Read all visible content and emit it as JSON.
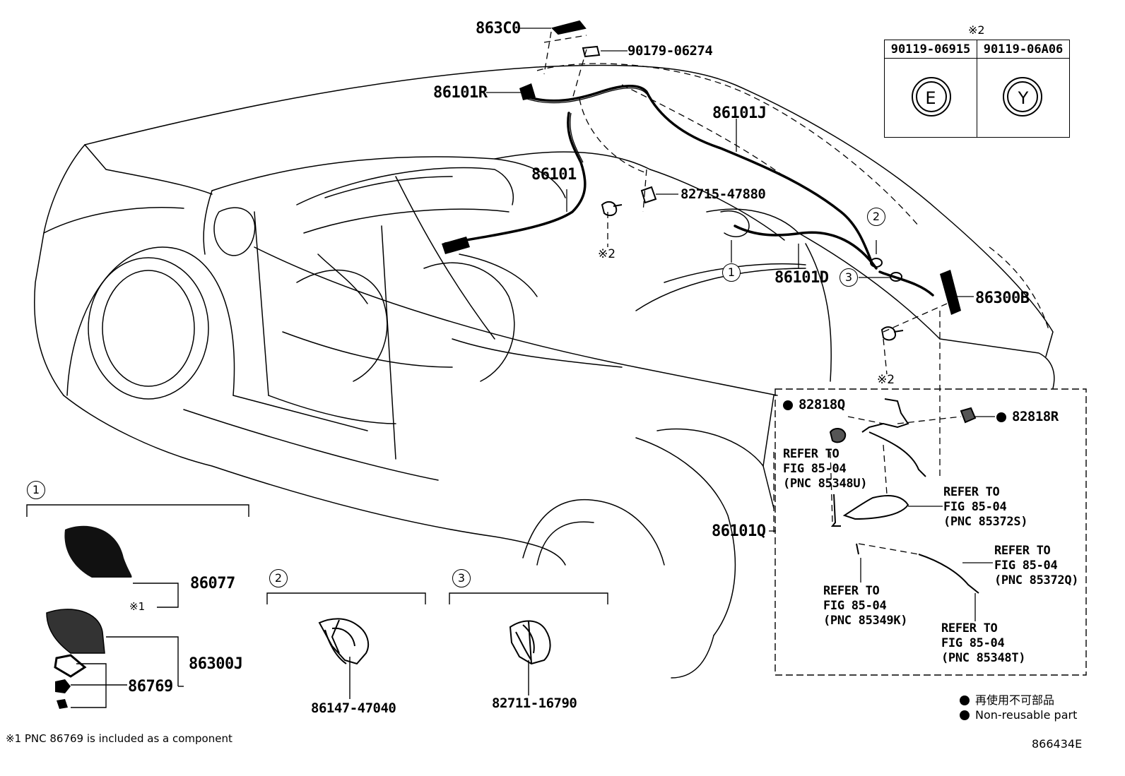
{
  "diagram_id": "866434E",
  "labels": {
    "p863C0": "863C0",
    "p90179": "90179-06274",
    "p86101R": "86101R",
    "p86101J": "86101J",
    "p86101": "86101",
    "p82715": "82715-47880",
    "p86101D": "86101D",
    "p86300B": "86300B",
    "p86101Q": "86101Q",
    "p82818Q": "82818Q",
    "p82818R": "82818R",
    "p86077": "86077",
    "p86300J": "86300J",
    "p86769": "86769",
    "p86147": "86147-47040",
    "p82711": "82711-16790"
  },
  "marks": {
    "note2": "※2",
    "note1": "※1"
  },
  "callouts": {
    "c1": "1",
    "c2": "2",
    "c3": "3"
  },
  "bolt_table": {
    "header": "※2",
    "col1": "90119-06915",
    "col2": "90119-06A06",
    "sym1": "E",
    "sym2": "Y"
  },
  "refers": {
    "r1": [
      "REFER TO",
      "FIG 85-04",
      "(PNC 85348U)"
    ],
    "r2": [
      "REFER TO",
      "FIG 85-04",
      "(PNC 85372S)"
    ],
    "r3": [
      "REFER TO",
      "FIG 85-04",
      "(PNC 85372Q)"
    ],
    "r4": [
      "REFER TO",
      "FIG 85-04",
      "(PNC 85349K)"
    ],
    "r5": [
      "REFER TO",
      "FIG 85-04",
      "(PNC 85348T)"
    ]
  },
  "legend": {
    "jp": "再使用不可部品",
    "en": "Non-reusable part"
  },
  "footnote": "※1 PNC 86769 is included as a component"
}
